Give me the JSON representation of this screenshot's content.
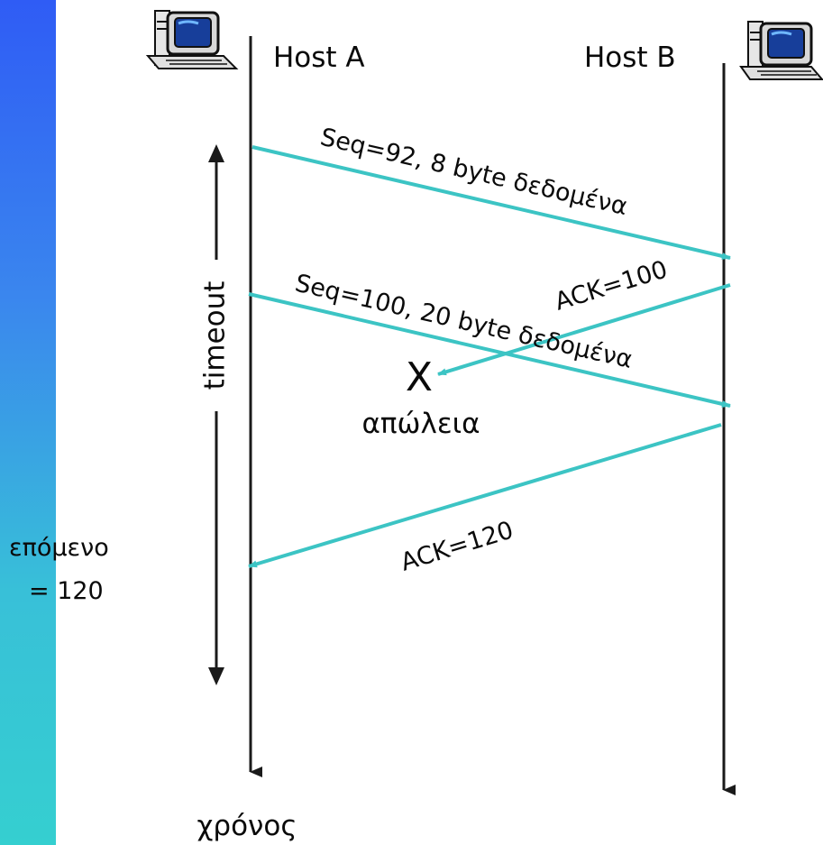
{
  "hosts": {
    "a": {
      "label": "Host A",
      "icon": "computer-icon"
    },
    "b": {
      "label": "Host B",
      "icon": "computer-icon"
    }
  },
  "messages": [
    {
      "label": "Seq=92, 8 byte δεδομένα",
      "direction": "A-to-B"
    },
    {
      "label": "ACK=100",
      "direction": "B-to-A",
      "lost": true
    },
    {
      "label": "Seq=100, 20 byte δεδομένα",
      "direction": "A-to-B"
    },
    {
      "label": "ACK=120",
      "direction": "B-to-A"
    }
  ],
  "loss": {
    "mark": "X",
    "label": "απώλεια"
  },
  "timeout": {
    "label": "timeout"
  },
  "time_label": "χρόνος",
  "side_note": {
    "line1": "επόμενο",
    "line2": "= 120"
  },
  "colors": {
    "arrow": "#3cc4c4",
    "line": "#1a1a1a",
    "sidebar_top": "#2f5cf5",
    "sidebar_bottom": "#35cfd0"
  }
}
